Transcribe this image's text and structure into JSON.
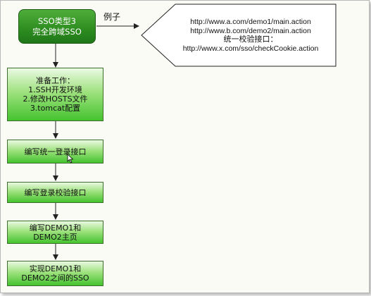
{
  "start_node": {
    "lines": [
      "SSO类型3",
      "完全跨域SSO"
    ]
  },
  "example_label": "例子",
  "callout": {
    "lines": [
      "http://www.a.com/demo1/main.action",
      "http://www.b.com/demo2/main.action",
      "统一校验接口：",
      "http://www.x.com/sso/checkCookie.action"
    ]
  },
  "steps": [
    {
      "lines": [
        "准备工作：",
        "1.SSH开发环境",
        "2.修改HOSTS文件",
        "3.tomcat配置"
      ]
    },
    {
      "lines": [
        "编写统一登录接口"
      ]
    },
    {
      "lines": [
        "编写登录校验接口"
      ]
    },
    {
      "lines": [
        "编写DEMO1和",
        "DEMO2主页"
      ]
    },
    {
      "lines": [
        "实现DEMO1和",
        "DEMO2之间的SSO"
      ]
    }
  ],
  "colors": {
    "start_fill": "#2f8f21",
    "step_fill": "#45c32f",
    "callout_fill": "#ffffff",
    "stroke": "#222222"
  }
}
